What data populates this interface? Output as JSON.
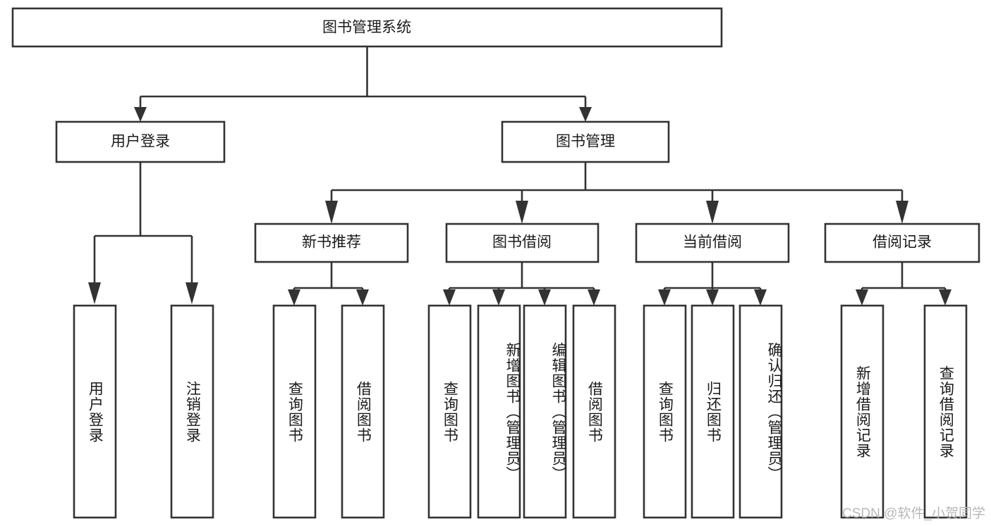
{
  "diagram": {
    "type": "tree",
    "title_node": {
      "label": "图书管理系统"
    },
    "level2": [
      {
        "label": "用户登录"
      },
      {
        "label": "图书管理"
      }
    ],
    "level3": [
      {
        "label": "新书推荐"
      },
      {
        "label": "图书借阅"
      },
      {
        "label": "当前借阅"
      },
      {
        "label": "借阅记录"
      }
    ],
    "leaves": {
      "user_login": [
        {
          "label": "用户登录"
        },
        {
          "label": "注销登录"
        }
      ],
      "new_book_recommend": [
        {
          "label": "查询图书"
        },
        {
          "label": "借阅图书"
        }
      ],
      "book_borrow": [
        {
          "label": "查询图书"
        },
        {
          "label": "新增图书（管理员）"
        },
        {
          "label": "编辑图书（管理员）"
        },
        {
          "label": "借阅图书"
        }
      ],
      "current_borrow": [
        {
          "label": "查询图书"
        },
        {
          "label": "归还图书"
        },
        {
          "label": "确认归还（管理员）"
        }
      ],
      "borrow_records": [
        {
          "label": "新增借阅记录"
        },
        {
          "label": "查询借阅记录"
        }
      ]
    }
  },
  "watermark": {
    "text": "CSDN @软件_小贺同学"
  },
  "colors": {
    "stroke": "#333333",
    "box_fill": "#ffffff",
    "text": "#1a1a1a",
    "watermark": "#b8b8b8",
    "background": "#ffffff"
  }
}
